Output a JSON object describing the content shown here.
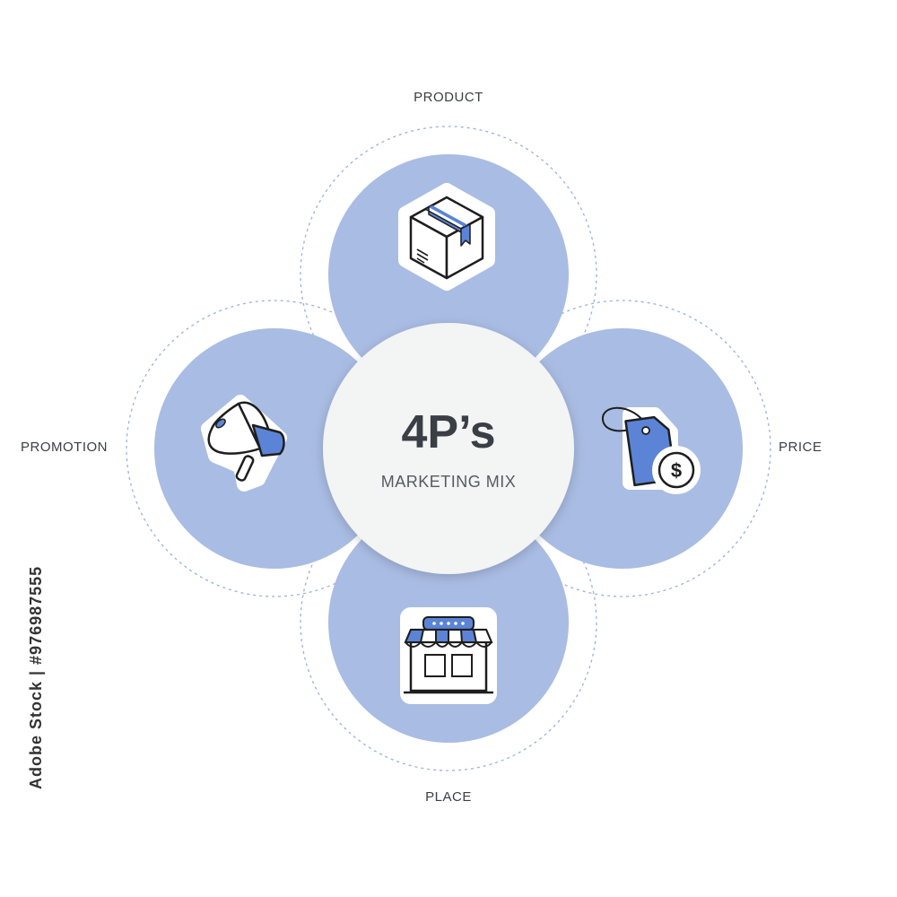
{
  "center": {
    "title": "4P’s",
    "subtitle": "MARKETING MIX"
  },
  "segments": {
    "product": {
      "label": "PRODUCT",
      "icon": "box-icon"
    },
    "price": {
      "label": "PRICE",
      "icon": "price-tag-icon"
    },
    "place": {
      "label": "PLACE",
      "icon": "storefront-icon"
    },
    "promotion": {
      "label": "PROMOTION",
      "icon": "megaphone-icon"
    }
  },
  "stock_id": "Adobe Stock | #976987555",
  "colors": {
    "petal": "#a9bce3",
    "accent": "#5b84d6",
    "center_fill": "#f3f4f4",
    "text": "#3a3f45",
    "dashed": "#9bb0dc"
  }
}
